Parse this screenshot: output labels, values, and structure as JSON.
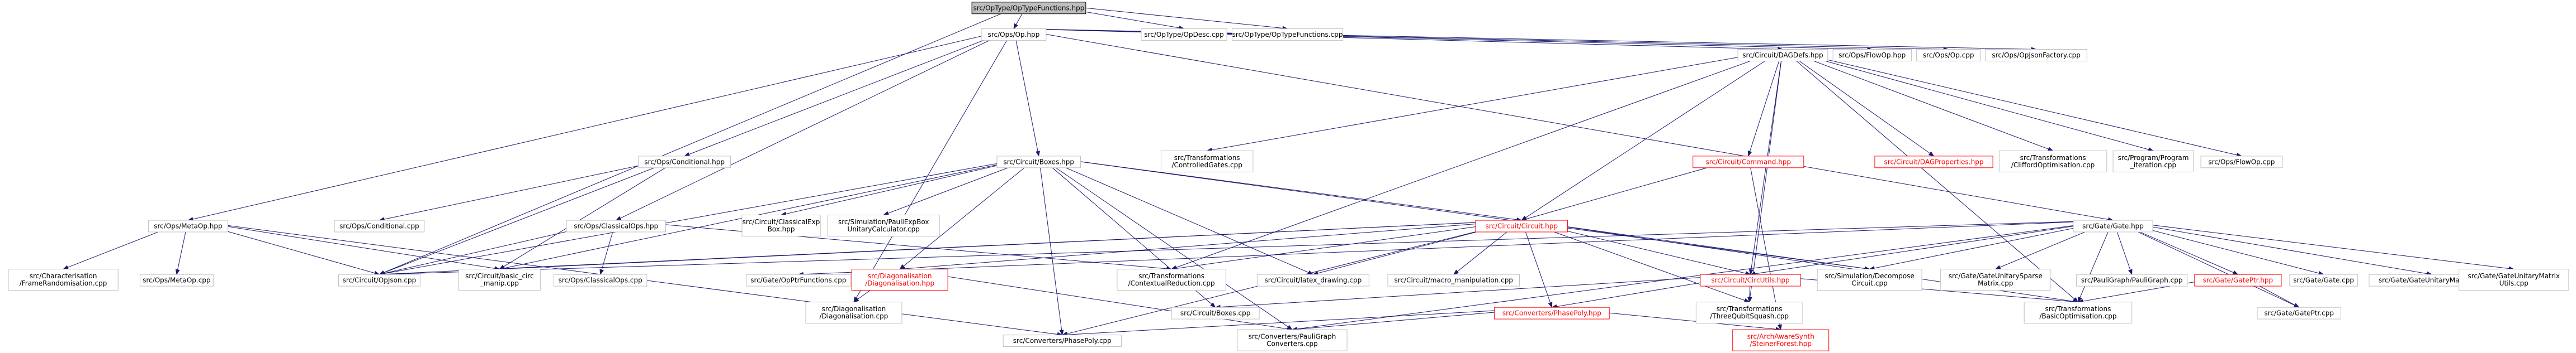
{
  "graph": {
    "nodes": [
      {
        "id": "root",
        "label": [
          "src/OpType/OpTypeFunctions.hpp"
        ],
        "style": "root"
      },
      {
        "id": "ops_op",
        "label": [
          "src/Ops/Op.hpp"
        ]
      },
      {
        "id": "optypedesc",
        "label": [
          "src/OpType/OpDesc.cpp"
        ]
      },
      {
        "id": "optypefunc_cpp",
        "label": [
          "src/OpType/OpTypeFunctions.cpp"
        ]
      },
      {
        "id": "dagdefs",
        "label": [
          "src/Circuit/DAGDefs.hpp"
        ]
      },
      {
        "id": "flowop",
        "label": [
          "src/Ops/FlowOp.hpp"
        ]
      },
      {
        "id": "op_cpp",
        "label": [
          "src/Ops/Op.cpp"
        ]
      },
      {
        "id": "opjsonfactory",
        "label": [
          "src/Ops/OpJsonFactory.cpp"
        ]
      },
      {
        "id": "conditional",
        "label": [
          "src/Ops/Conditional.hpp"
        ]
      },
      {
        "id": "boxes",
        "label": [
          "src/Circuit/Boxes.hpp"
        ]
      },
      {
        "id": "transf_ctrl",
        "label": [
          "src/Transformations",
          "/ControlledGates.cpp"
        ]
      },
      {
        "id": "command",
        "label": [
          "src/Circuit/Command.hpp"
        ],
        "style": "red"
      },
      {
        "id": "dagprops",
        "label": [
          "src/Circuit/DAGProperties.hpp"
        ],
        "style": "red"
      },
      {
        "id": "cliffordopt",
        "label": [
          "src/Transformations",
          "/CliffordOptimisation.cpp"
        ]
      },
      {
        "id": "program_iter",
        "label": [
          "src/Program/Program",
          "_iteration.cpp"
        ]
      },
      {
        "id": "flowop_cpp",
        "label": [
          "src/Ops/FlowOp.cpp"
        ]
      },
      {
        "id": "metaop",
        "label": [
          "src/Ops/MetaOp.hpp"
        ]
      },
      {
        "id": "conditional_cpp",
        "label": [
          "src/Ops/Conditional.cpp"
        ]
      },
      {
        "id": "classicalops",
        "label": [
          "src/Ops/ClassicalOps.hpp"
        ]
      },
      {
        "id": "classicalexpbox",
        "label": [
          "src/Circuit/ClassicalExp",
          "Box.hpp"
        ]
      },
      {
        "id": "pauliexpbox",
        "label": [
          "src/Simulation/PauliExpBox",
          "UnitaryCalculator.cpp"
        ]
      },
      {
        "id": "circuit",
        "label": [
          "src/Circuit/Circuit.hpp"
        ],
        "style": "red"
      },
      {
        "id": "gate",
        "label": [
          "src/Gate/Gate.hpp"
        ]
      },
      {
        "id": "char_frame",
        "label": [
          "src/Characterisation",
          "/FrameRandomisation.cpp"
        ]
      },
      {
        "id": "metaop_cpp",
        "label": [
          "src/Ops/MetaOp.cpp"
        ]
      },
      {
        "id": "opjson",
        "label": [
          "src/Circuit/OpJson.cpp"
        ]
      },
      {
        "id": "basic_circ",
        "label": [
          "src/Circuit/basic_circ",
          "_manip.cpp"
        ]
      },
      {
        "id": "classicalops_cpp",
        "label": [
          "src/Ops/ClassicalOps.cpp"
        ]
      },
      {
        "id": "opptrfunctions",
        "label": [
          "src/Gate/OpPtrFunctions.cpp"
        ]
      },
      {
        "id": "diag_hpp",
        "label": [
          "src/Diagonalisation",
          "/Diagonalisation.hpp"
        ],
        "style": "red"
      },
      {
        "id": "ctx_reduction",
        "label": [
          "src/Transformations",
          "/ContextualReduction.cpp"
        ]
      },
      {
        "id": "latex_drawing",
        "label": [
          "src/Circuit/latex_drawing.cpp"
        ]
      },
      {
        "id": "macro_manip",
        "label": [
          "src/Circuit/macro_manipulation.cpp"
        ]
      },
      {
        "id": "circutils",
        "label": [
          "src/Circuit/CircUtils.hpp"
        ],
        "style": "red"
      },
      {
        "id": "sim_decompose",
        "label": [
          "src/Simulation/Decompose",
          "Circuit.cpp"
        ]
      },
      {
        "id": "gate_unitary_sparse",
        "label": [
          "src/Gate/GateUnitarySparse",
          "Matrix.cpp"
        ]
      },
      {
        "id": "pauligraph",
        "label": [
          "src/PauliGraph/PauliGraph.cpp"
        ]
      },
      {
        "id": "gateptr_hpp",
        "label": [
          "src/Gate/GatePtr.hpp"
        ],
        "style": "red"
      },
      {
        "id": "gate_cpp",
        "label": [
          "src/Gate/Gate.cpp"
        ]
      },
      {
        "id": "gate_unitary_matrix",
        "label": [
          "src/Gate/GateUnitaryMatrix.cpp"
        ]
      },
      {
        "id": "gate_unitary_utils",
        "label": [
          "src/Gate/GateUnitaryMatrix",
          "Utils.cpp"
        ]
      },
      {
        "id": "diag_cpp",
        "label": [
          "src/Diagonalisation",
          "/Diagonalisation.cpp"
        ]
      },
      {
        "id": "boxes_cpp",
        "label": [
          "src/Circuit/Boxes.cpp"
        ]
      },
      {
        "id": "phasepoly_hpp",
        "label": [
          "src/Converters/PhasePoly.hpp"
        ],
        "style": "red"
      },
      {
        "id": "three_qubit",
        "label": [
          "src/Transformations",
          "/ThreeQubitSquash.cpp"
        ]
      },
      {
        "id": "basic_opt",
        "label": [
          "src/Transformations",
          "/BasicOptimisation.cpp"
        ]
      },
      {
        "id": "gateptr_cpp",
        "label": [
          "src/Gate/GatePtr.cpp"
        ]
      },
      {
        "id": "phasepoly_cpp",
        "label": [
          "src/Converters/PhasePoly.cpp"
        ]
      },
      {
        "id": "pauligraph_conv",
        "label": [
          "src/Converters/PauliGraph",
          "Converters.cpp"
        ]
      },
      {
        "id": "steiner",
        "label": [
          "src/ArchAwareSynth",
          "/SteinerForest.hpp"
        ],
        "style": "red"
      }
    ]
  }
}
